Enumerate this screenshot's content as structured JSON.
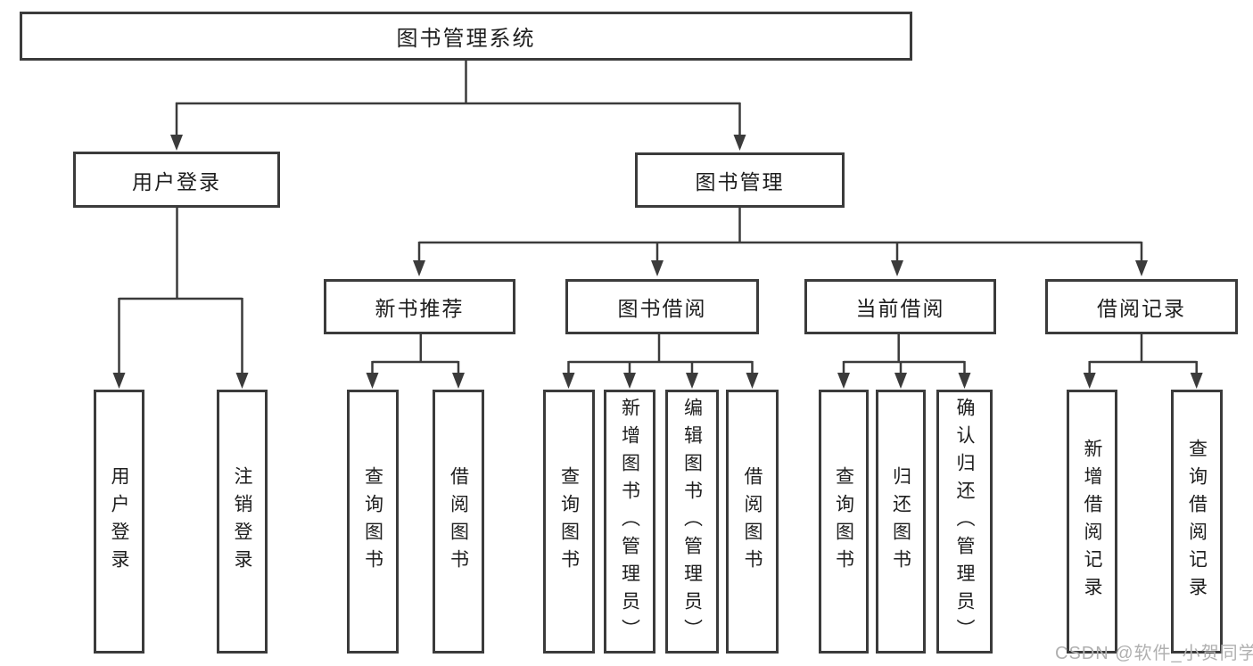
{
  "nodes": {
    "root": "图书管理系统",
    "login": "用户登录",
    "management": "图书管理",
    "new_books": "新书推荐",
    "book_borrowing": "图书借阅",
    "current_borrowing": "当前借阅",
    "borrowing_records": "借阅记录"
  },
  "leaves": {
    "login": [
      "用户登录",
      "注销登录"
    ],
    "new_books": [
      "查询图书",
      "借阅图书"
    ],
    "book_borrowing": [
      "查询图书",
      "新增图书（管理员）",
      "编辑图书（管理员）",
      "借阅图书"
    ],
    "current_borrowing": [
      "查询图书",
      "归还图书",
      "确认归还（管理员）"
    ],
    "borrowing_records": [
      "新增借阅记录",
      "查询借阅记录"
    ]
  },
  "watermark": "CSDN @软件_小贺同学",
  "colors": {
    "line": "#3b3b3b",
    "box_border": "#3b3b3b",
    "text": "#1e1e1e",
    "watermark": "#b0b0b0",
    "background": "#ffffff"
  }
}
